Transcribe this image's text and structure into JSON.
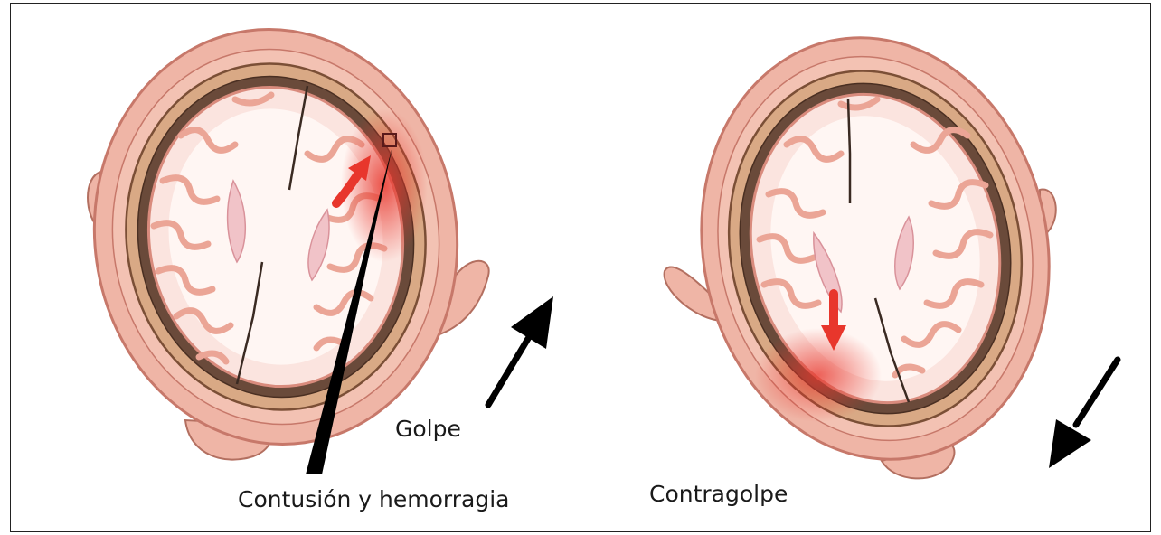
{
  "labels": {
    "impact": "Golpe",
    "contusion": "Contusión y hemorragia",
    "counter_impact": "Contragolpe"
  },
  "colors": {
    "scalp": "#efb5a6",
    "scalp_edge": "#c7786a",
    "skull": "#d9a985",
    "brain": "#fff6f3",
    "gyri": "#eba596",
    "ventricle": "#f1c3c8",
    "injury": "#e8362c",
    "arrow": "#000000"
  },
  "icons": {
    "impact_arrow": "arrow-up-right-icon",
    "counter_arrow": "arrow-down-left-icon",
    "injury_arrow_left": "red-arrow-icon",
    "injury_arrow_right": "red-arrow-down-icon"
  }
}
